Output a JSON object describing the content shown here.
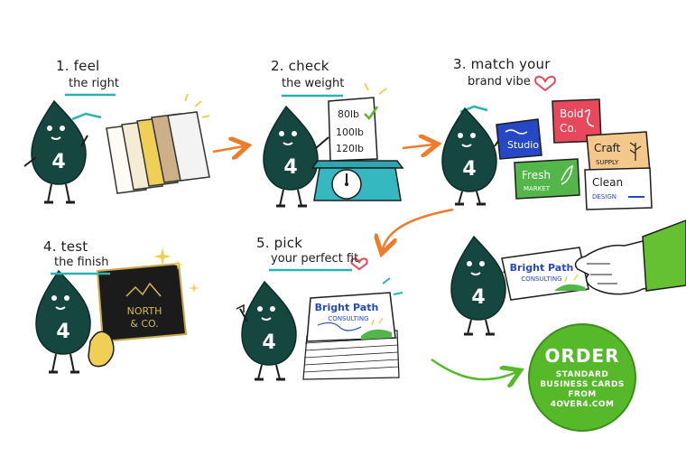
{
  "steps": [
    {
      "title": "1. feel",
      "subtitle": "the right"
    },
    {
      "title": "2. check",
      "subtitle": "the weight"
    },
    {
      "title": "3. match your",
      "subtitle": "brand vibe"
    },
    {
      "title": "4. test",
      "subtitle": "the finish"
    },
    {
      "title": "5. pick",
      "subtitle": "your perfect fit"
    }
  ],
  "mascot": {
    "label": "4"
  },
  "scale_card": {
    "lines": [
      "80lb",
      "100lb",
      "120lb"
    ]
  },
  "brand_cards": [
    {
      "line1": "Studio",
      "line2": ""
    },
    {
      "line1": "Bold",
      "line2": "Co."
    },
    {
      "line1": "Craft",
      "line2": "SUPPLY"
    },
    {
      "line1": "Fresh",
      "line2": "MARKET"
    },
    {
      "line1": "Clean",
      "line2": "DESIGN"
    }
  ],
  "finish_card": {
    "line1": "NORTH",
    "line2": "& CO."
  },
  "stack_card": {
    "line1": "Bright Path",
    "line2": "CONSULTING"
  },
  "hand_card": {
    "line1": "Bright Path",
    "line2": "CONSULTING"
  },
  "order": {
    "title": "ORDER",
    "lines": [
      "STANDARD",
      "BUSINESS CARDS",
      "FROM",
      "4OVER4.COM"
    ]
  },
  "colors": {
    "mascot": "#15463f",
    "arrow": "#f07b2a",
    "order_green": "#56b92a",
    "accent_teal": "#2ab3b0",
    "heart": "#e8485b"
  }
}
